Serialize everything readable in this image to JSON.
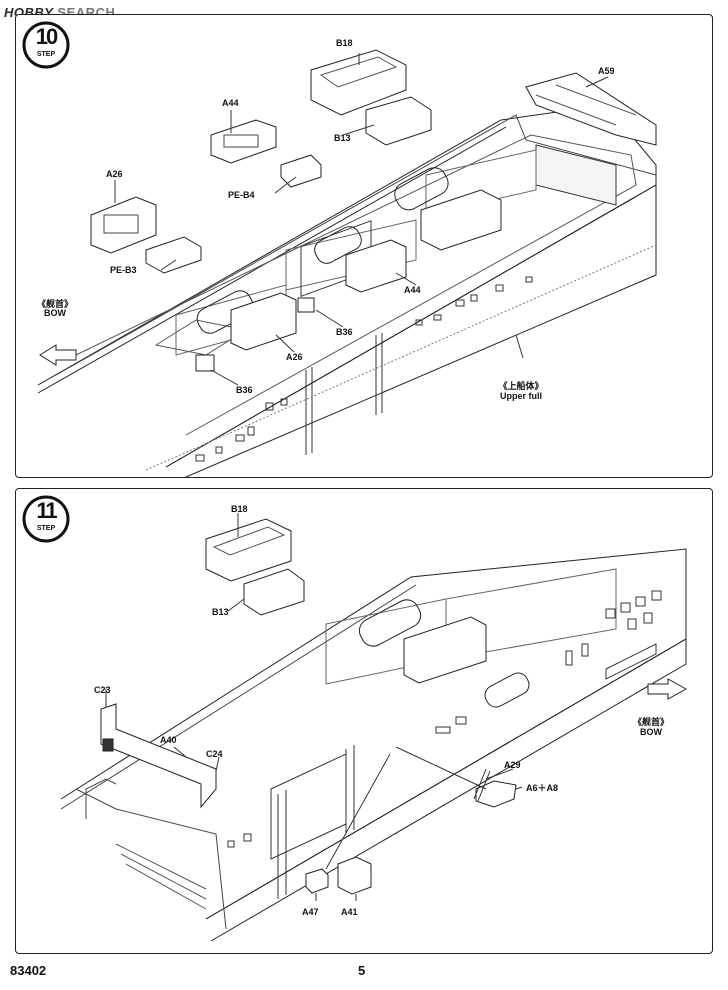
{
  "header": {
    "logo_brand": "HOBBY",
    "logo_search": "SEARCH"
  },
  "steps": [
    {
      "number": "10",
      "step_word": "STEP",
      "labels": {
        "b18": "B18",
        "b13": "B13",
        "a44_top": "A44",
        "pe_b4": "PE-B4",
        "a26_top": "A26",
        "pe_b3": "PE-B3",
        "a59": "A59",
        "a44_mid": "A44",
        "b36_right": "B36",
        "a26_mid": "A26",
        "b36_left": "B36",
        "bow_cn": "《舰首》",
        "bow_en": "BOW",
        "hull_cn": "《上船体》",
        "hull_en": "Upper full"
      }
    },
    {
      "number": "11",
      "step_word": "STEP",
      "labels": {
        "b18": "B18",
        "b13": "B13",
        "c23": "C23",
        "a40": "A40",
        "c24": "C24",
        "a29": "A29",
        "a6_a8": "A6＋A8",
        "a47": "A47",
        "a41": "A41",
        "bow_cn": "《舰首》",
        "bow_en": "BOW"
      }
    }
  ],
  "footer": {
    "product_code": "83402",
    "page_number": "5"
  }
}
